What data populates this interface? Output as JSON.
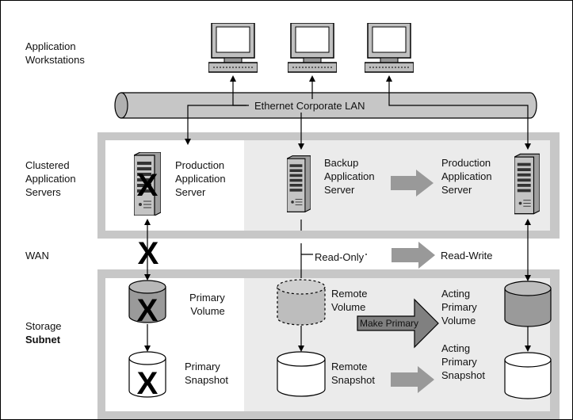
{
  "left_labels": {
    "workstations": "Application\nWorkstations",
    "clustered": "Clustered\nApplication\nServers",
    "wan": "WAN",
    "storage": "Storage",
    "subnet": "Subnet"
  },
  "lan_label": "Ethernet Corporate LAN",
  "servers": {
    "production_left": "Production\nApplication\nServer",
    "backup": "Backup\nApplication\nServer",
    "production_right": "Production\nApplication\nServer"
  },
  "wan_row": {
    "read_only": "Read-Only",
    "read_write": "Read-Write"
  },
  "storage": {
    "primary_volume": "Primary\nVolume",
    "remote_volume": "Remote\nVolume",
    "make_primary": "Make Primary",
    "acting_primary_volume": "Acting\nPrimary\nVolume",
    "primary_snapshot": "Primary\nSnapshot",
    "remote_snapshot": "Remote\nSnapshot",
    "acting_primary_snapshot": "Acting\nPrimary\nSnapshot"
  },
  "failure_mark": "X",
  "colors": {
    "panel": "#c7c7c7",
    "panel_inner": "#ebebeb",
    "arrow": "#999999",
    "lan": "#c6c6c6"
  }
}
